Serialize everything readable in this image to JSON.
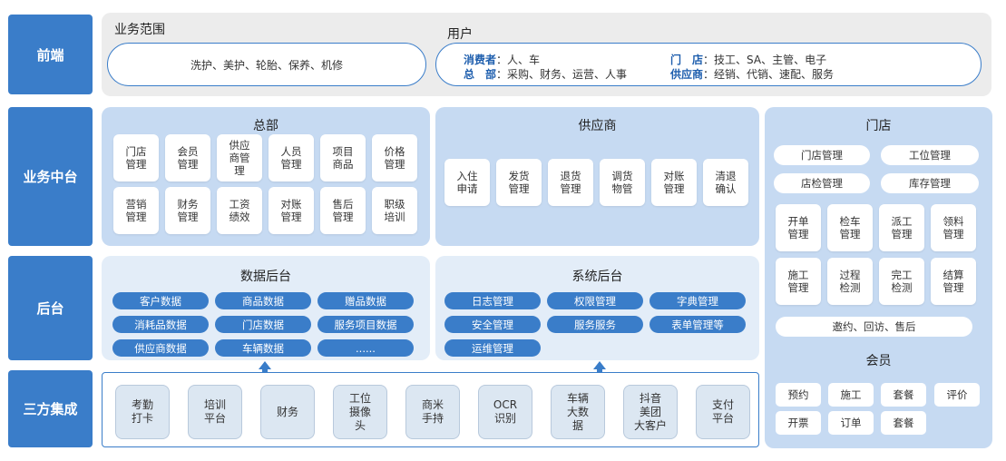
{
  "layers": {
    "frontend": "前端",
    "middle": "业务中台",
    "backend": "后台",
    "third": "三方集成"
  },
  "frontend": {
    "scope_title": "业务范围",
    "scope_text": "洗护、美护、轮胎、保养、机修",
    "user_title": "用户",
    "consumer_label": "消费者",
    "consumer_text": "：人、车",
    "hq_label": "总　部",
    "hq_text": "：采购、财务、运营、人事",
    "store_label": "门　店",
    "store_text": "：技工、SA、主管、电子",
    "supplier_label": "供应商",
    "supplier_text": "：经销、代销、速配、服务"
  },
  "hq": {
    "title": "总部",
    "items": [
      "门店\n管理",
      "会员\n管理",
      "供应\n商管\n理",
      "人员\n管理",
      "项目\n商品",
      "价格\n管理",
      "营销\n管理",
      "财务\n管理",
      "工资\n绩效",
      "对账\n管理",
      "售后\n管理",
      "职级\n培训"
    ]
  },
  "supplier": {
    "title": "供应商",
    "items": [
      "入住\n申请",
      "发货\n管理",
      "退货\n管理",
      "调货\n物管",
      "对账\n管理",
      "清退\n确认"
    ]
  },
  "store": {
    "title": "门店",
    "pills": [
      "门店管理",
      "工位管理",
      "店检管理",
      "库存管理"
    ],
    "items": [
      "开单\n管理",
      "检车\n管理",
      "派工\n管理",
      "领料\n管理",
      "施工\n管理",
      "过程\n检测",
      "完工\n检测",
      "结算\n管理"
    ],
    "bottom": "邀约、回访、售后"
  },
  "data_backend": {
    "title": "数据后台",
    "items": [
      "客户数据",
      "商品数据",
      "赠品数据",
      "消耗品数据",
      "门店数据",
      "服务项目数据",
      "供应商数据",
      "车辆数据",
      "......"
    ]
  },
  "sys_backend": {
    "title": "系统后台",
    "items": [
      "日志管理",
      "权限管理",
      "字典管理",
      "安全管理",
      "服务服务",
      "表单管理等",
      "运维管理"
    ]
  },
  "member": {
    "title": "会员",
    "items": [
      "预约",
      "施工",
      "套餐",
      "评价",
      "开票",
      "订单",
      "套餐"
    ]
  },
  "third": {
    "items": [
      "考勤\n打卡",
      "培训\n平台",
      "财务",
      "工位\n摄像\n头",
      "商米\n手持",
      "OCR\n识别",
      "车辆\n大数\n据",
      "抖音\n美团\n大客户",
      "支付\n平台"
    ]
  }
}
